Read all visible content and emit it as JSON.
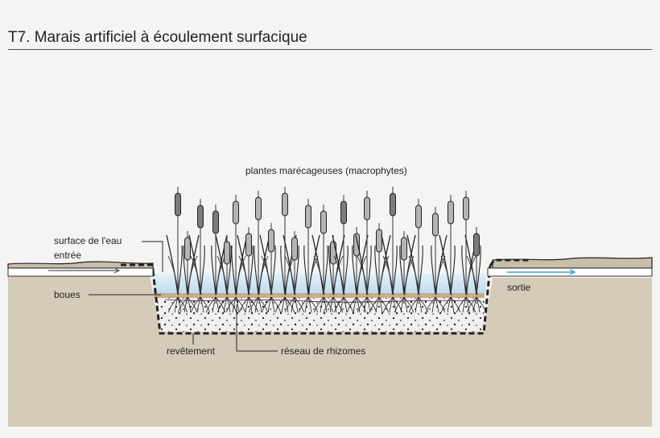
{
  "title": "T7. Marais artificiel à écoulement surfacique",
  "labels": {
    "plants": "plantes marécageuses  (macrophytes)",
    "water_surface": "surface de l'eau",
    "inlet": "entrée",
    "sludge": "boues",
    "outlet": "sortie",
    "liner": "revêtement",
    "rhizomes": "réseau de rhizomes"
  },
  "colors": {
    "ground": "#d5cbb8",
    "gravel": "#f0f0f0",
    "water": "#cfe6f3",
    "sludge": "#c9ad85",
    "cattail_light": "#b4b4b4",
    "cattail_dark": "#7c7c7c",
    "outlet_arrow": "#3aa6d8",
    "inlet_arrow": "#555555"
  }
}
